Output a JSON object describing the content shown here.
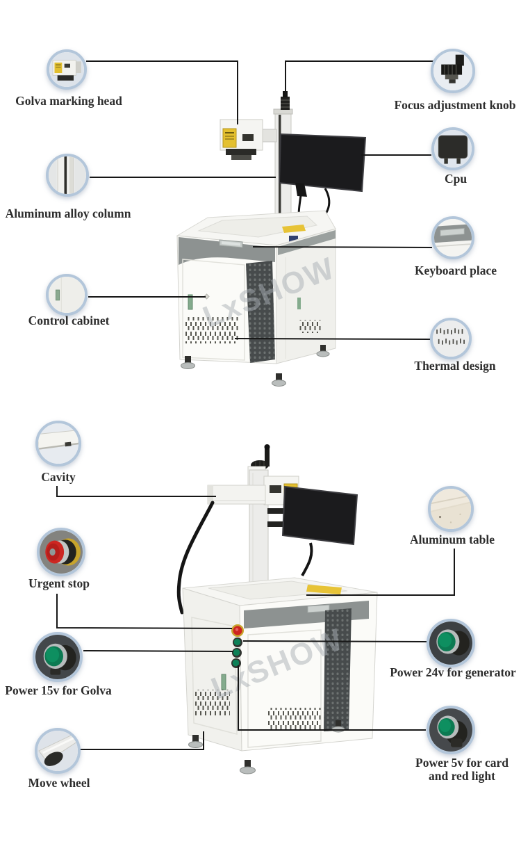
{
  "watermark": "LxSHOW",
  "colors": {
    "ring": "#b3c6da",
    "line": "#161616",
    "label": "#2d2d2d",
    "cabinet-white": "#fbfbf8",
    "panel-gray": "#8d9291",
    "vent-dark": "#474b4c",
    "handle-green": "#84ab8d",
    "button-green": "#0d8057",
    "button-red": "#cd2420",
    "sticker-yellow": "#e4c02f"
  },
  "sections": [
    {
      "id": "top-machine",
      "callouts": [
        {
          "id": "golva-marking-head",
          "label": "Golva marking head"
        },
        {
          "id": "focus-adjustment-knob",
          "label": "Focus adjustment knob"
        },
        {
          "id": "aluminum-alloy-column",
          "label": "Aluminum alloy column"
        },
        {
          "id": "cpu",
          "label": "Cpu"
        },
        {
          "id": "control-cabinet",
          "label": "Control cabinet"
        },
        {
          "id": "keyboard-place",
          "label": "Keyboard place"
        },
        {
          "id": "thermal-design",
          "label": "Thermal design"
        }
      ]
    },
    {
      "id": "bottom-machine",
      "callouts": [
        {
          "id": "cavity",
          "label": "Cavity"
        },
        {
          "id": "urgent-stop",
          "label": "Urgent stop"
        },
        {
          "id": "power-15v-for-golva",
          "label": "Power 15v for Golva"
        },
        {
          "id": "move-wheel",
          "label": "Move wheel"
        },
        {
          "id": "aluminum-table",
          "label": "Aluminum table"
        },
        {
          "id": "power-24v-generator",
          "label": "Power 24v for generator"
        },
        {
          "id": "power-5v-card-redlight",
          "label": "Power 5v for card and red light"
        }
      ]
    }
  ]
}
